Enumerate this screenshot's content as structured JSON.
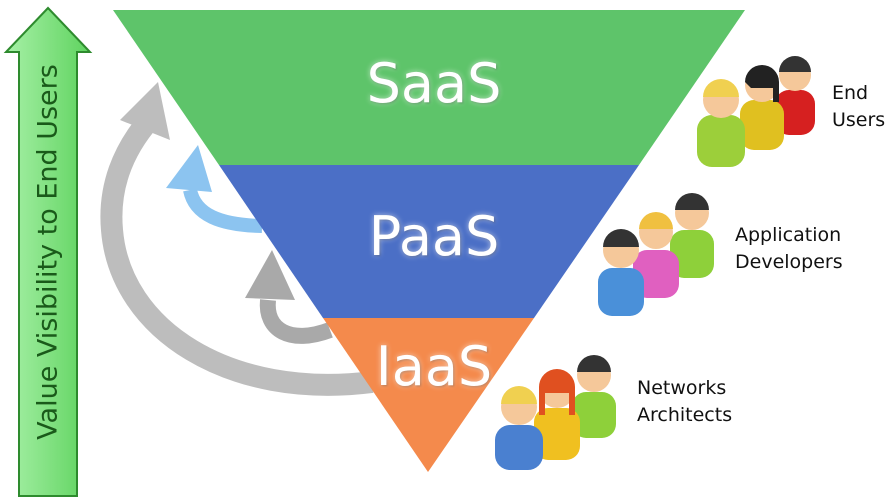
{
  "axis_label": "Value Visibility to End Users",
  "tiers": [
    {
      "label": "SaaS",
      "color": "#5ec46a"
    },
    {
      "label": "PaaS",
      "color": "#4b6fc6"
    },
    {
      "label": "IaaS",
      "color": "#f48a4c"
    }
  ],
  "roles": [
    {
      "line1": "End",
      "line2": "Users"
    },
    {
      "line1": "Application",
      "line2": "Developers"
    },
    {
      "line1": "Networks",
      "line2": "Architects"
    }
  ],
  "colors": {
    "arrow": "#7ee07e",
    "arrow_stroke": "#2e8b2e",
    "gray_arrow": "#b8b8b8",
    "blue_arrow": "#8cc4f0"
  }
}
